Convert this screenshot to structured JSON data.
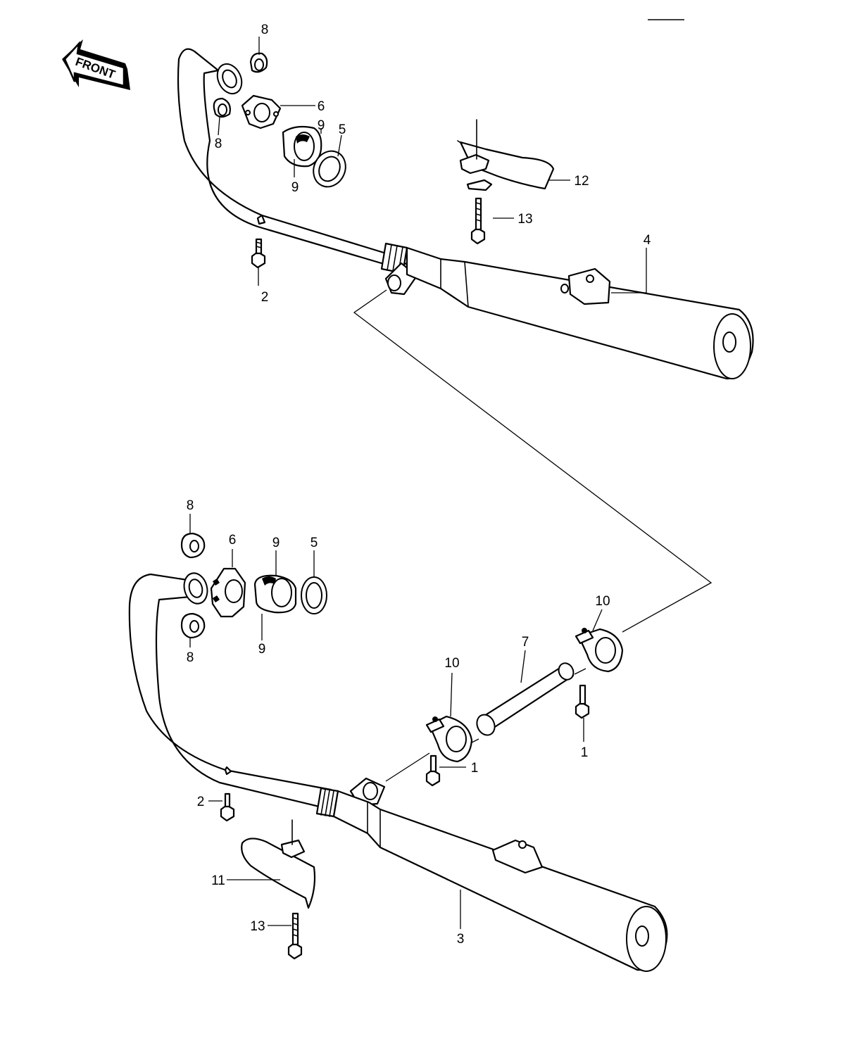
{
  "diagram": {
    "direction_label": "FRONT",
    "callouts": [
      {
        "id": "c1a",
        "label": "1"
      },
      {
        "id": "c1b",
        "label": "1"
      },
      {
        "id": "c2a",
        "label": "2"
      },
      {
        "id": "c2b",
        "label": "2"
      },
      {
        "id": "c3",
        "label": "3"
      },
      {
        "id": "c4",
        "label": "4"
      },
      {
        "id": "c5a",
        "label": "5"
      },
      {
        "id": "c5b",
        "label": "5"
      },
      {
        "id": "c6a",
        "label": "6"
      },
      {
        "id": "c6b",
        "label": "6"
      },
      {
        "id": "c7",
        "label": "7"
      },
      {
        "id": "c8a",
        "label": "8"
      },
      {
        "id": "c8b",
        "label": "8"
      },
      {
        "id": "c8c",
        "label": "8"
      },
      {
        "id": "c8d",
        "label": "8"
      },
      {
        "id": "c9a",
        "label": "9"
      },
      {
        "id": "c9b",
        "label": "9"
      },
      {
        "id": "c9c",
        "label": "9"
      },
      {
        "id": "c9d",
        "label": "9"
      },
      {
        "id": "c10a",
        "label": "10"
      },
      {
        "id": "c10b",
        "label": "10"
      },
      {
        "id": "c11",
        "label": "11"
      },
      {
        "id": "c12",
        "label": "12"
      },
      {
        "id": "c13a",
        "label": "13"
      },
      {
        "id": "c13b",
        "label": "13"
      }
    ]
  }
}
